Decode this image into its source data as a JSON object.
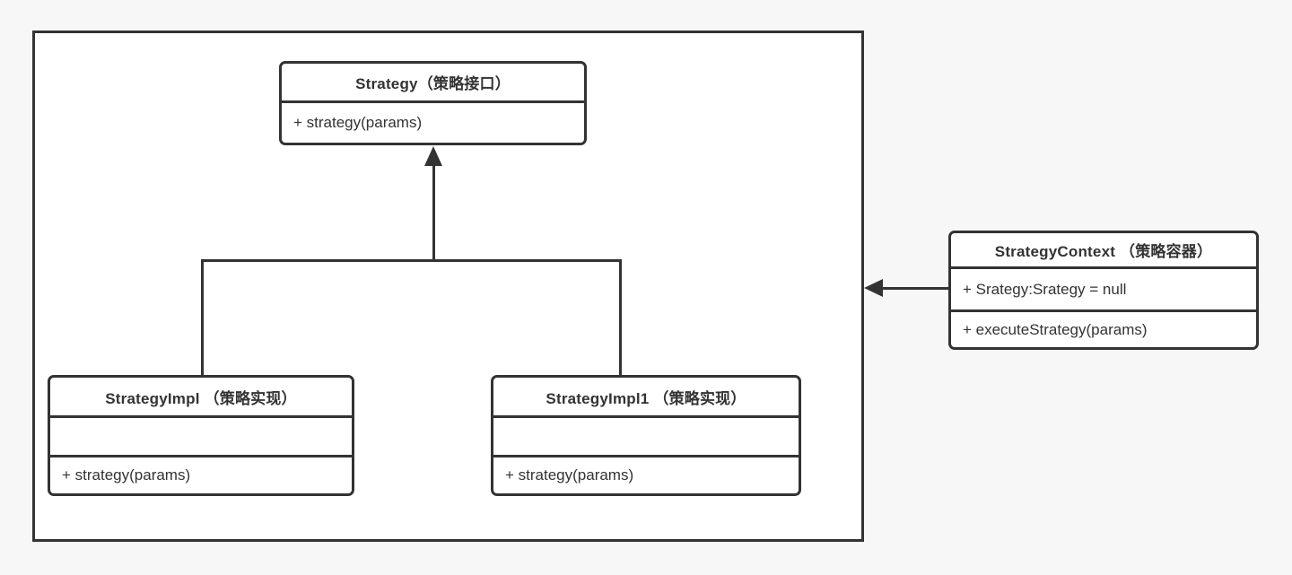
{
  "diagram": {
    "type": "uml-class-diagram",
    "subject": "strategy-pattern",
    "colors": {
      "page_background": "#f7f7f8",
      "box_fill": "#ffffff",
      "line": "#333333",
      "text": "#333333"
    },
    "classes": {
      "strategy": {
        "title": "Strategy（策略接口）",
        "method": "+ strategy(params)"
      },
      "strategyImpl": {
        "title": "StrategyImpl （策略实现）",
        "fields": "",
        "method": "+ strategy(params)"
      },
      "strategyImpl1": {
        "title": "StrategyImpl1 （策略实现）",
        "fields": "",
        "method": "+ strategy(params)"
      },
      "strategyContext": {
        "title": "StrategyContext （策略容器）",
        "field": "+ Srategy:Srategy = null",
        "method": "+ executeStrategy(params)"
      }
    },
    "relations": [
      {
        "type": "generalization",
        "from": [
          "StrategyImpl",
          "StrategyImpl1"
        ],
        "to": "Strategy",
        "arrowhead": "filled-triangle-up"
      },
      {
        "type": "association",
        "from": "StrategyContext",
        "to": "strategy-group-boundary",
        "arrowhead": "filled-triangle-left"
      }
    ]
  }
}
